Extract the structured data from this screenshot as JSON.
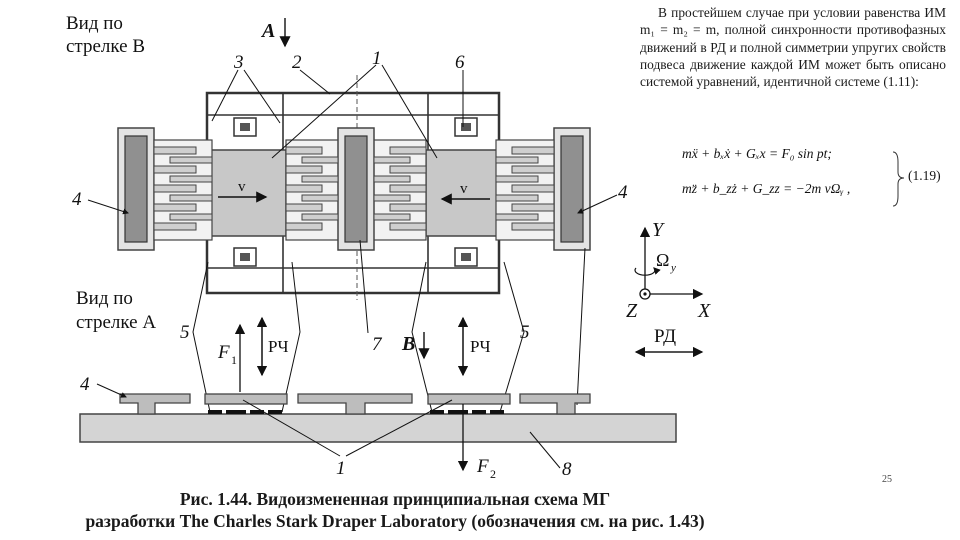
{
  "figure": {
    "label_view_b": [
      "Вид по",
      "стрелке В"
    ],
    "label_view_a": [
      "Вид по",
      "стрелке А"
    ],
    "arrow_a": "А",
    "arrow_b": "В",
    "callouts": {
      "n1_top": "1",
      "n2": "2",
      "n3": "3",
      "n4_left": "4",
      "n4_right": "4",
      "n4_bottom": "4",
      "n5_left": "5",
      "n5_right": "5",
      "n6": "6",
      "n7": "7",
      "n8": "8",
      "n1_bottom": "1"
    },
    "velocity_left": "v",
    "velocity_right": "v",
    "force_f1": "F",
    "force_f1_sub": "1",
    "force_f2": "F",
    "force_f2_sub": "2",
    "rch_left": "РЧ",
    "rch_right": "РЧ",
    "axes": {
      "y": "Y",
      "x": "X",
      "z": "Z",
      "omega": "Ω",
      "omega_sub": "y"
    },
    "rd_label": "РД"
  },
  "text": {
    "paragraph": "В простейшем случае при условии равенства ИМ m₁ = m₂ = m, полной синхронности противофазных движений в РД и полной симметрии упругих свойств подвеса движение каждой ИМ может быть описано системой уравнений, идентичной системе (1.11):",
    "eq1": "mẍ + bₓẋ + Gₓx = F₀ sin pt;",
    "eq2": "mz̈ + b_zż + G_zz = −2m vΩᵧ ,",
    "eq_number": "(1.19)"
  },
  "caption": {
    "line1": "Рис. 1.44. Видоизмененная принципиальная схема МГ",
    "line2": "разработки The Charles Stark Draper Laboratory (обозначения см. на рис. 1.43)"
  },
  "page_number": "25"
}
